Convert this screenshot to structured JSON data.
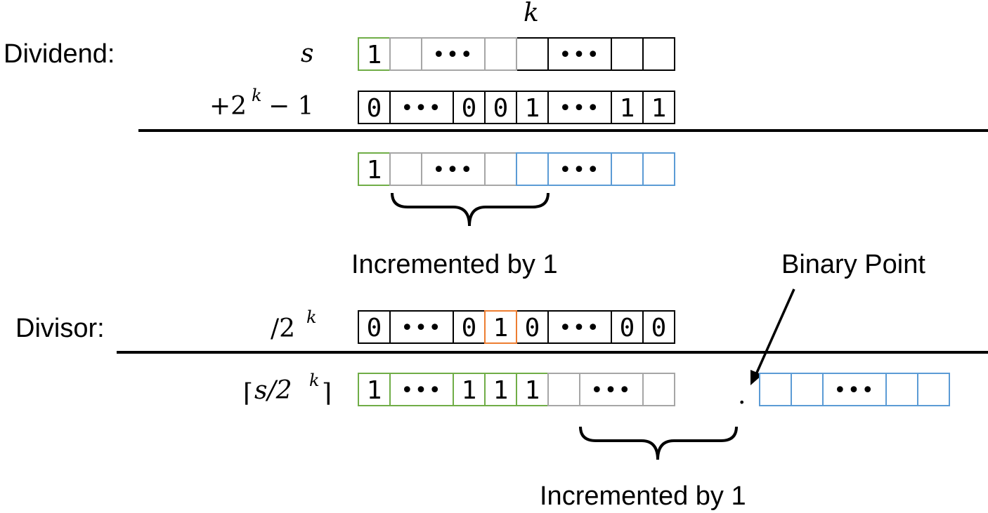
{
  "labels": {
    "k": "k",
    "dividend": "Dividend:",
    "divisor": "Divisor:",
    "s": "s",
    "plus_prefix": "+2",
    "plus_sup": "k",
    "plus_suffix": "− 1",
    "div_prefix": "/2",
    "div_sup": "k",
    "ceil_open": "⌈",
    "ceil_inner": "s/2",
    "ceil_sup": "k",
    "ceil_close": "⌉",
    "incremented_1": "Incremented by 1",
    "incremented_2": "Incremented by 1",
    "binary_point": "Binary Point",
    "point": "."
  },
  "colors": {
    "green": "#70ad47",
    "gray": "#a6a6a6",
    "black": "#000000",
    "blue": "#5b9bd5",
    "orange": "#ed7d31"
  },
  "rows": [
    {
      "name": "row-s",
      "cells": [
        {
          "text": "1",
          "color": "green"
        },
        {
          "text": "",
          "color": "gray"
        },
        {
          "text": "•••",
          "color": "gray",
          "wide": true
        },
        {
          "text": "",
          "color": "gray"
        },
        {
          "text": "",
          "color": "black"
        },
        {
          "text": "•••",
          "color": "black",
          "wide": true
        },
        {
          "text": "",
          "color": "black"
        },
        {
          "text": "",
          "color": "black"
        }
      ]
    },
    {
      "name": "row-addend",
      "cells": [
        {
          "text": "0",
          "color": "black"
        },
        {
          "text": "•••",
          "color": "black",
          "wide": true
        },
        {
          "text": "0",
          "color": "black"
        },
        {
          "text": "0",
          "color": "black"
        },
        {
          "text": "1",
          "color": "black"
        },
        {
          "text": "•••",
          "color": "black",
          "wide": true
        },
        {
          "text": "1",
          "color": "black"
        },
        {
          "text": "1",
          "color": "black"
        }
      ]
    },
    {
      "name": "row-sum",
      "cells": [
        {
          "text": "1",
          "color": "green"
        },
        {
          "text": "",
          "color": "gray"
        },
        {
          "text": "•••",
          "color": "gray",
          "wide": true
        },
        {
          "text": "",
          "color": "gray"
        },
        {
          "text": "",
          "color": "blue"
        },
        {
          "text": "•••",
          "color": "blue",
          "wide": true
        },
        {
          "text": "",
          "color": "blue"
        },
        {
          "text": "",
          "color": "blue"
        }
      ]
    },
    {
      "name": "row-divisor",
      "cells": [
        {
          "text": "0",
          "color": "black"
        },
        {
          "text": "•••",
          "color": "black",
          "wide": true
        },
        {
          "text": "0",
          "color": "black"
        },
        {
          "text": "1",
          "color": "orange"
        },
        {
          "text": "0",
          "color": "black"
        },
        {
          "text": "•••",
          "color": "black",
          "wide": true
        },
        {
          "text": "0",
          "color": "black"
        },
        {
          "text": "0",
          "color": "black"
        }
      ]
    },
    {
      "name": "row-quotient",
      "cells": [
        {
          "text": "1",
          "color": "green"
        },
        {
          "text": "•••",
          "color": "green",
          "wide": true
        },
        {
          "text": "1",
          "color": "green"
        },
        {
          "text": "1",
          "color": "green"
        },
        {
          "text": "1",
          "color": "green"
        },
        {
          "text": "",
          "color": "gray"
        },
        {
          "text": "•••",
          "color": "gray",
          "wide": true
        },
        {
          "text": "",
          "color": "gray"
        }
      ]
    },
    {
      "name": "row-fraction",
      "cells": [
        {
          "text": "",
          "color": "blue"
        },
        {
          "text": "",
          "color": "blue"
        },
        {
          "text": "•••",
          "color": "blue",
          "wide": true
        },
        {
          "text": "",
          "color": "blue"
        },
        {
          "text": "",
          "color": "blue"
        }
      ]
    }
  ]
}
